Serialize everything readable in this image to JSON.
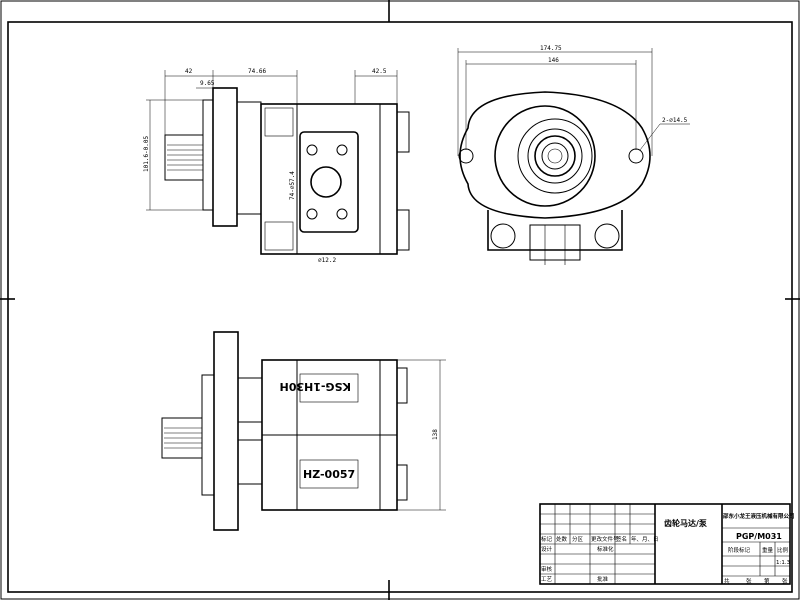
{
  "drawing": {
    "dims": {
      "d42_top": "42",
      "d9_65": "9.65",
      "d74_66": "74.66",
      "d42_5": "42.5",
      "d101_6": "101.6-0.05",
      "d174_75": "174.75",
      "d146": "146",
      "d2_holes": "2-⌀14.5",
      "d138": "138",
      "d74_port": "74-⌀57.4"
    },
    "markings": {
      "body_label_top": "KSG-1H30H",
      "body_label_bottom": "HZ-0057",
      "rear_label": "⌀12.2"
    },
    "title_block": {
      "part_name": "齿轮马达/泵",
      "company": "邵东小龙王液压机械有限公司",
      "drawing_no": "PGP/M031",
      "scale": "1:1.3",
      "row_labels": [
        "标记",
        "处数",
        "分区",
        "更改文件号",
        "签名",
        "年、月、日"
      ],
      "design": "设计",
      "standardize": "标准化",
      "check": "审核",
      "process": "工艺",
      "approve": "批准",
      "stage_mark": "阶段标记",
      "weight": "重量",
      "ratio": "比例",
      "sheets_total": "共",
      "sheets_word": "张",
      "sheet_no": "第",
      "sheet_word": "张"
    }
  }
}
